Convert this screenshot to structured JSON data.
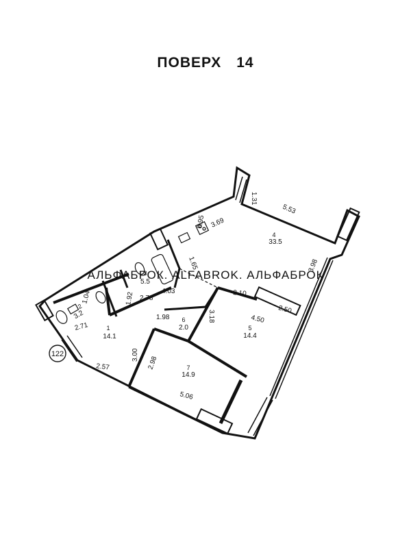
{
  "floor": {
    "label": "ПОВЕРХ",
    "number": "14"
  },
  "apartment_tag": "122",
  "watermark": "АЛЬФАБРОК. ALFABROK. АЛЬФАБРОК",
  "rooms": [
    {
      "number": "2",
      "area": "3.2"
    },
    {
      "number": "3",
      "area": "5.5"
    },
    {
      "number": "1",
      "area": "14.1"
    },
    {
      "number": "6",
      "area": "2.0"
    },
    {
      "number": "7",
      "area": "14.9"
    },
    {
      "number": "5",
      "area": "14.4"
    },
    {
      "number": "4",
      "area": "33.5"
    }
  ],
  "dimensions": [
    "1.31",
    "5.53",
    "3.69",
    "1.65",
    "3.98",
    "2.10",
    "2.50",
    "4.50",
    "3.18",
    "1.92",
    "2.78",
    "4.03",
    "1.98",
    "2.71",
    "3.00",
    "2.98",
    "2.57",
    "5.06",
    "1.04",
    "0.95"
  ],
  "colors": {
    "wall": "#111111",
    "watermark": "#bcbcbc",
    "background": "#ffffff"
  }
}
